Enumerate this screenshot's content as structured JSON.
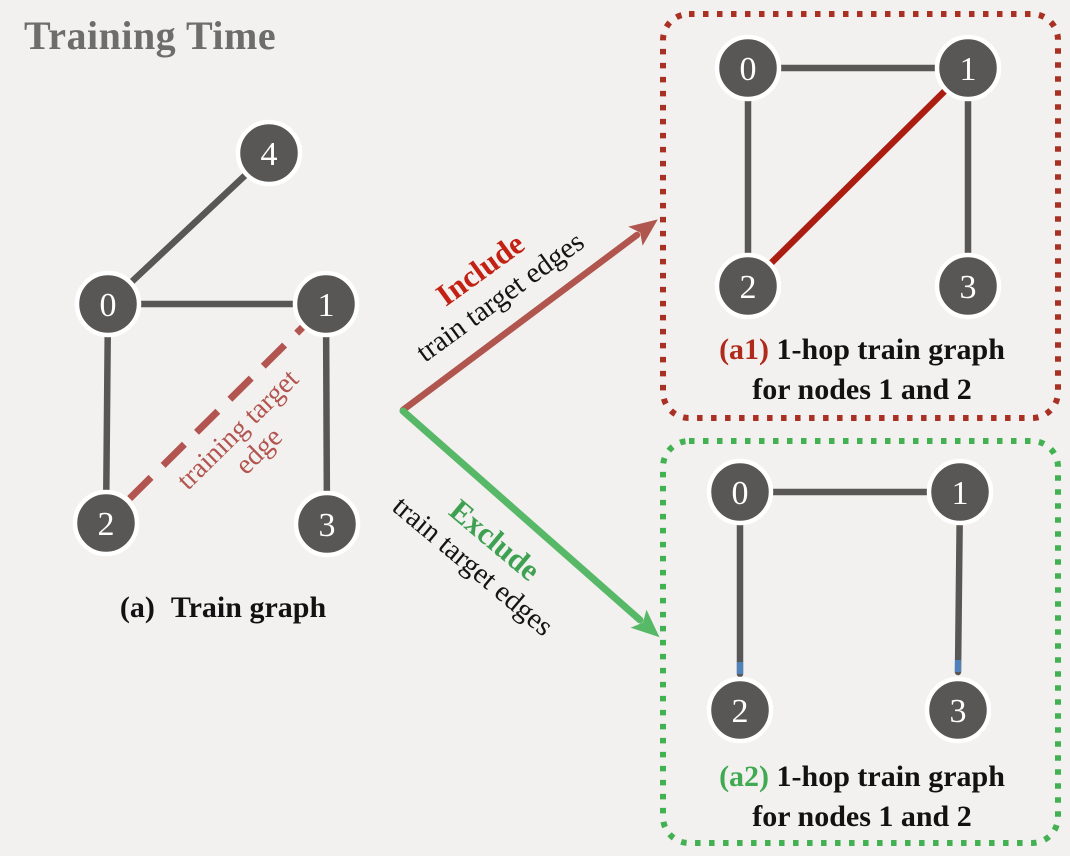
{
  "title": "Training Time",
  "palette": {
    "background": "#f2f1ef",
    "title_gray": "#6d6d6d",
    "node_fill": "#595755",
    "edge_gray": "#595755",
    "muted_red": "#b2544f",
    "bright_red": "#c32113",
    "dark_red_border": "#a93124",
    "dark_red_edge": "#ab1d10",
    "caption_red": "#b02a1c",
    "green_border": "#42b151",
    "green_arrow": "#57b967",
    "green_text": "#3ea152",
    "caption_green": "#3faa52",
    "blue_tick": "#4f81bd"
  },
  "train_graph": {
    "nodes": [
      "0",
      "1",
      "2",
      "3",
      "4"
    ],
    "edges": [
      [
        "4",
        "0"
      ],
      [
        "0",
        "1"
      ],
      [
        "0",
        "2"
      ],
      [
        "1",
        "3"
      ]
    ],
    "target_edge": [
      "1",
      "2"
    ],
    "target_edge_label": [
      "training target",
      "edge"
    ],
    "caption": {
      "label": "(a)",
      "text": "Train graph"
    }
  },
  "include_branch": {
    "keyword": "Include",
    "text": "train target edges"
  },
  "exclude_branch": {
    "keyword": "Exclude",
    "text": "train target edges"
  },
  "hop1_include": {
    "nodes": [
      "0",
      "1",
      "2",
      "3"
    ],
    "edges": [
      [
        "0",
        "1"
      ],
      [
        "0",
        "2"
      ],
      [
        "1",
        "3"
      ]
    ],
    "target_edge": [
      "1",
      "2"
    ],
    "caption": {
      "label": "(a1)",
      "line1": "1-hop train graph",
      "line2": "for nodes 1 and 2"
    }
  },
  "hop1_exclude": {
    "nodes": [
      "0",
      "1",
      "2",
      "3"
    ],
    "edges": [
      [
        "0",
        "1"
      ],
      [
        "0",
        "2"
      ],
      [
        "1",
        "3"
      ]
    ],
    "caption": {
      "label": "(a2)",
      "line1": "1-hop train graph",
      "line2": "for nodes 1 and 2"
    }
  }
}
